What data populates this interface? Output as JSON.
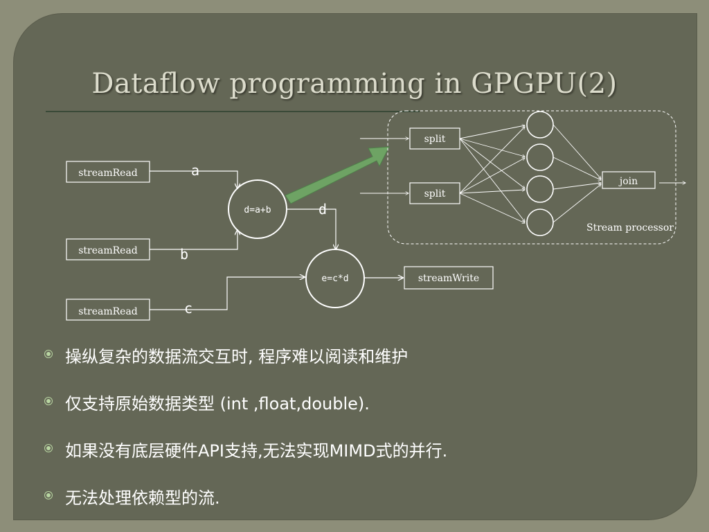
{
  "slide": {
    "title": "Dataflow programming in GPGPU(2)"
  },
  "diagram": {
    "stream_read_label": "streamRead",
    "stream_write_label": "streamWrite",
    "node_add_label": "d=a+b",
    "node_mul_label": "e=c*d",
    "edge_a": "a",
    "edge_b": "b",
    "edge_c": "c",
    "edge_d": "d",
    "split_label": "split",
    "join_label": "join",
    "stream_processor_label": "Stream processor"
  },
  "bullets": [
    "操纵复杂的数据流交互时, 程序难以阅读和维护",
    "仅支持原始数据类型 (int ,float,double).",
    "如果没有底层硬件API支持,无法实现MIMD式的并行.",
    "无法处理依赖型的流."
  ],
  "colors": {
    "background": "#646756",
    "border": "#8d8e79",
    "title": "#dcdccc",
    "highlight_arrow": "#6ea364",
    "bullet_mark": "#b9d6a2"
  }
}
